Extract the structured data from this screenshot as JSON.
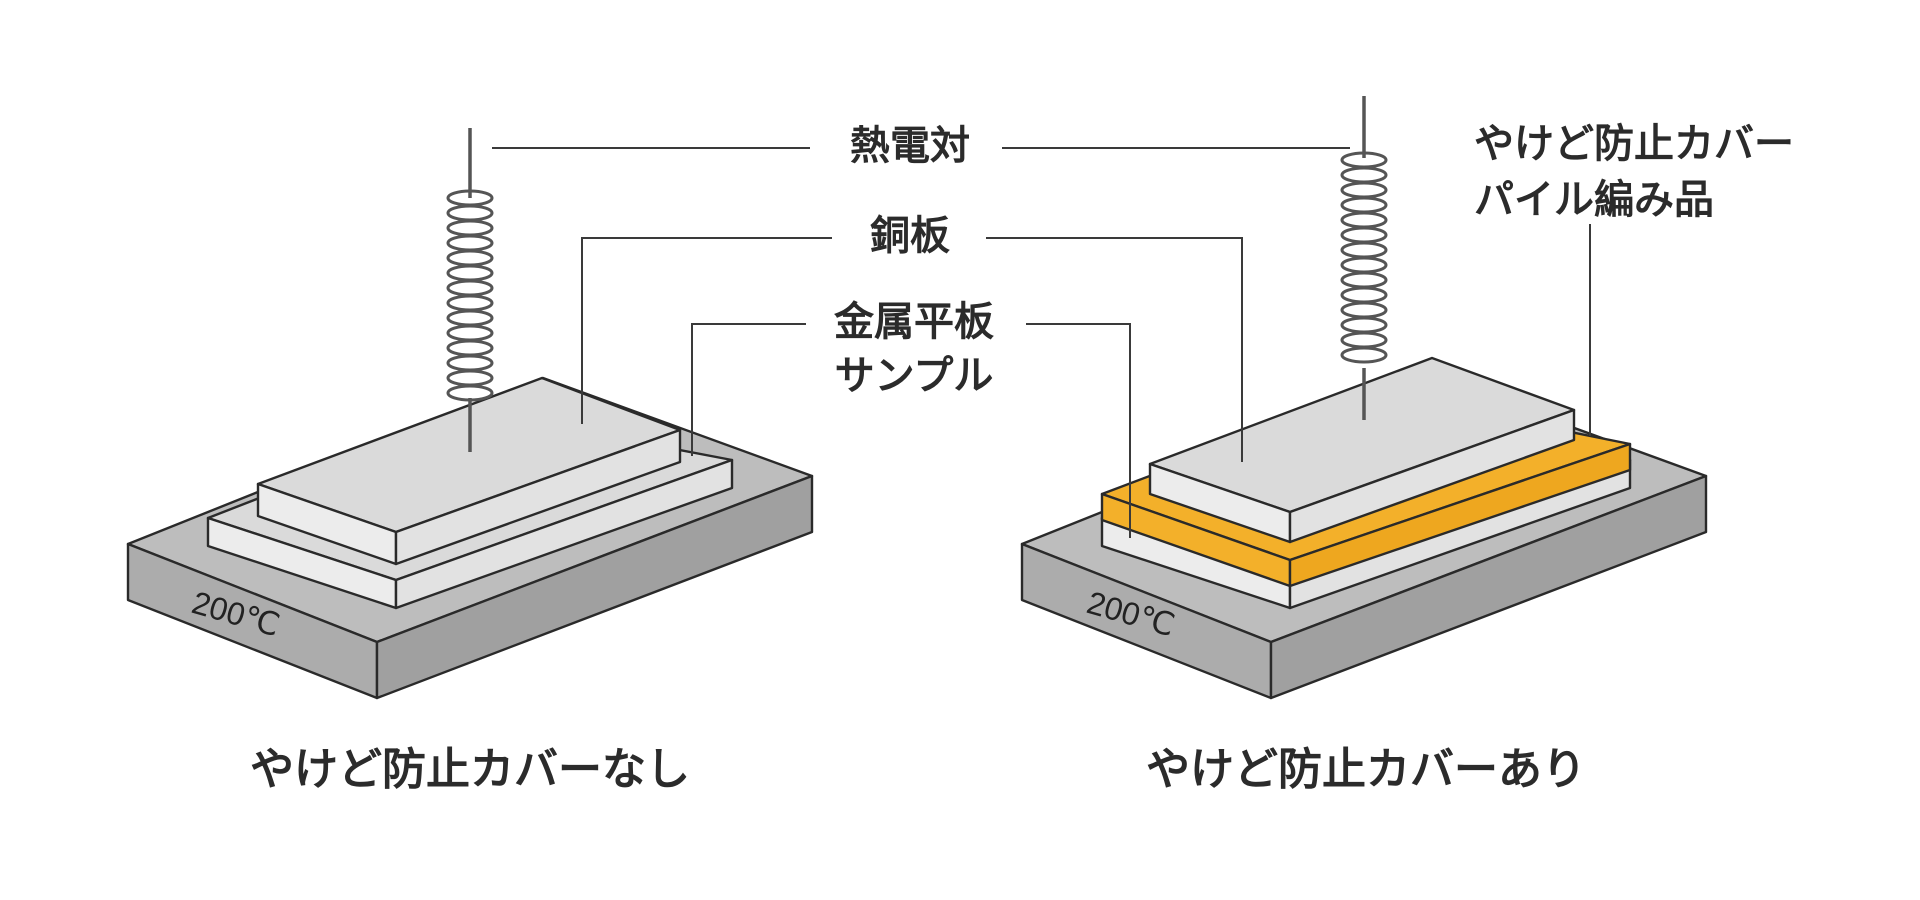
{
  "labels": {
    "thermocouple": "熱電対",
    "copper_plate": "銅板",
    "sample_line1": "金属平板",
    "sample_line2": "サンプル",
    "cover_line1": "やけど防止カバー",
    "cover_line2": "パイル編み品"
  },
  "left": {
    "temperature": "200℃",
    "caption": "やけど防止カバーなし"
  },
  "right": {
    "temperature": "200℃",
    "caption": "やけど防止カバーあり"
  },
  "colors": {
    "heater_top": "#bdbdbd",
    "heater_side": "#aaaaaa",
    "plate_top": "#dadada",
    "plate_side": "#ececec",
    "cover": "#f3b02a",
    "line": "#2a2a2a"
  },
  "icons": {
    "coil": "thermocouple-coil-icon"
  }
}
